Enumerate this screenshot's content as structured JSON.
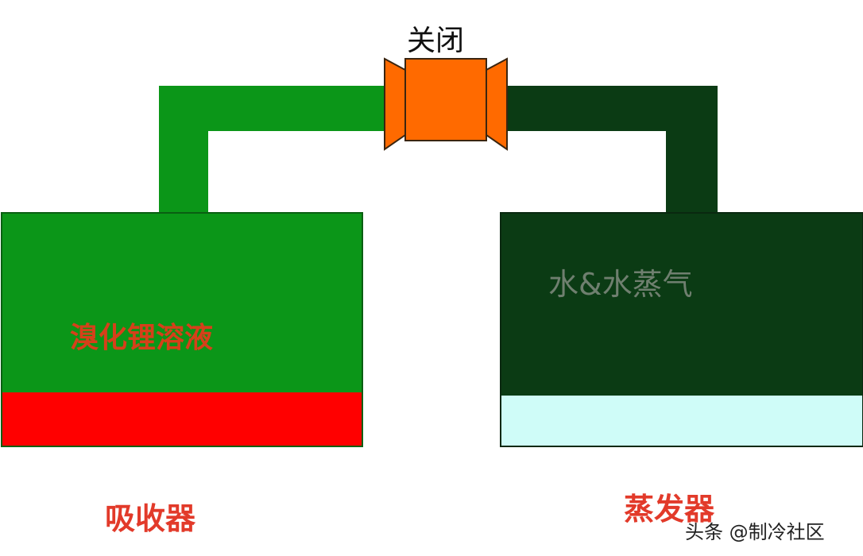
{
  "valve": {
    "state_label": "关闭",
    "color": "#ff6a00"
  },
  "absorber": {
    "solution_label": "溴化锂溶液",
    "name_label": "吸收器",
    "vessel_color": "#0b9618",
    "bottom_color": "#ff0000"
  },
  "evaporator": {
    "content_label": "水&水蒸气",
    "name_label": "蒸发器",
    "vessel_color": "#0b3b14",
    "bottom_color": "#cffcf8"
  },
  "watermark": {
    "text": "头条 @制冷社区"
  }
}
